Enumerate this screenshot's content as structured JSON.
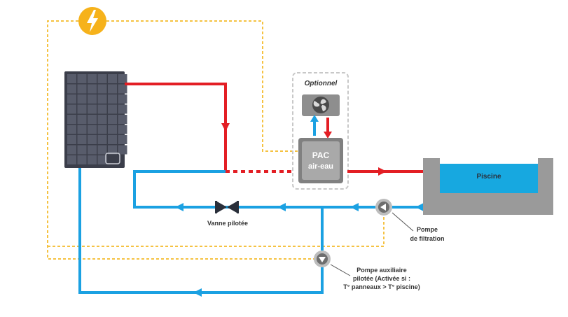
{
  "labels": {
    "optionnel": "Optionnel",
    "pac_line1": "PAC",
    "pac_line2": "air-eau",
    "piscine": "Piscine",
    "vanne": "Vanne pilotée",
    "pompe_filtration_line1": "Pompe",
    "pompe_filtration_line2": "de filtration",
    "pompe_aux_line1": "Pompe auxiliaire",
    "pompe_aux_line2": "pilotée (Activée si :",
    "pompe_aux_line3": "T° panneaux > T° piscine)"
  },
  "icons": {
    "power": "lightning-bolt-icon",
    "fan": "fan-icon",
    "pump": "pump-triangle-icon",
    "valve": "bowtie-valve-icon",
    "panel_logo": "panel-logo-icon"
  },
  "colors": {
    "hot_pipe": "#e31e24",
    "cold_pipe": "#1ba1e2",
    "control_line": "#f5c242",
    "power_badge": "#f6b21b",
    "panel": "#3b3e4a",
    "pool_water": "#17a8e0",
    "pool_basin": "#9a9a9a",
    "equipment": "#a9a9a9",
    "equipment_dark": "#808080",
    "text": "#333333"
  }
}
